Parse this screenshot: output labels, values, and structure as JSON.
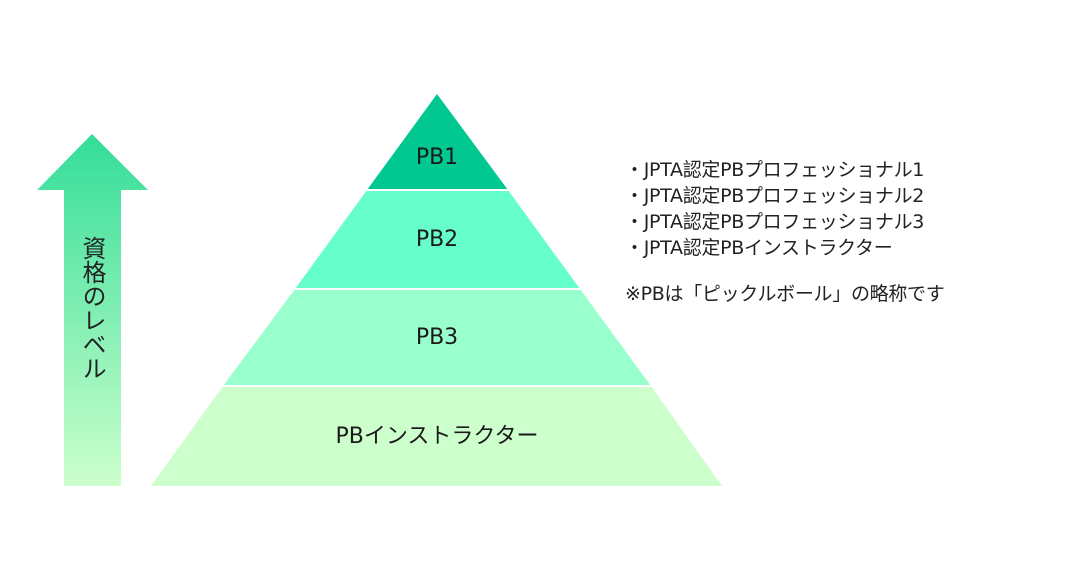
{
  "arrow": {
    "label": "資格のレベル"
  },
  "pyramid": {
    "levels": [
      {
        "label": "PB1",
        "color": "#00c890"
      },
      {
        "label": "PB2",
        "color": "#66ffcc"
      },
      {
        "label": "PB3",
        "color": "#99ffcc"
      },
      {
        "label": "PBインストラクター",
        "color": "#ccffcc"
      }
    ]
  },
  "legend": {
    "items": [
      "・JPTA認定PBプロフェッショナル1",
      "・JPTA認定PBプロフェッショナル2",
      "・JPTA認定PBプロフェッショナル3",
      "・JPTA認定PBインストラクター"
    ],
    "note": "※PBは「ピックルボール」の略称です"
  },
  "colors": {
    "arrow_top": "#33dd99",
    "arrow_bottom": "#ccffcc"
  }
}
